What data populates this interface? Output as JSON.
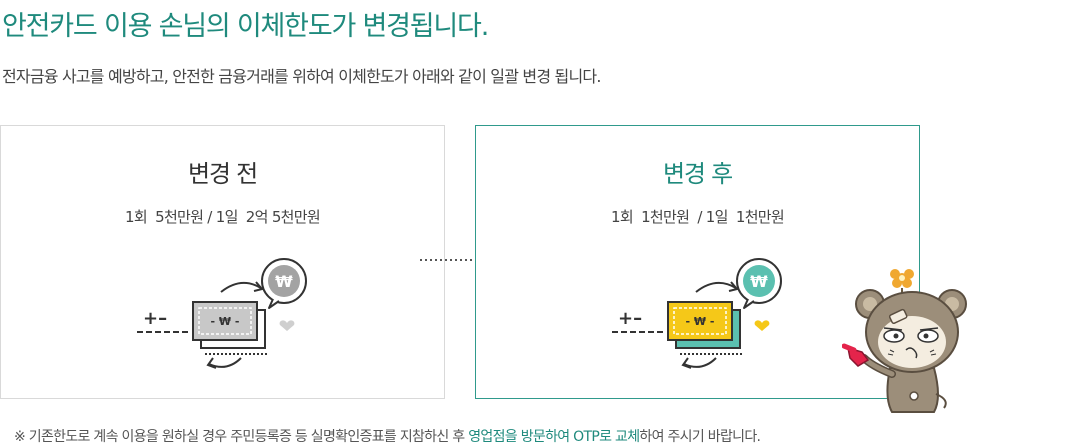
{
  "header": {
    "title": "안전카드 이용 손님의 이체한도가 변경됩니다.",
    "subtitle": "전자금융 사고를 예방하고, 안전한 금융거래를 위하여 이체한도가 아래와 같이 일괄 변경 됩니다."
  },
  "before": {
    "title": "변경 전",
    "limit": "1회  5천만원 / 1일  2억 5천만원",
    "coin_symbol": "₩",
    "bill_symbol": "- ₩ -",
    "sign_symbol": "+–"
  },
  "after": {
    "title": "변경 후",
    "limit": "1회  1천만원  / 1일  1천만원",
    "coin_symbol": "₩",
    "bill_symbol": "- ₩ -",
    "sign_symbol": "+–"
  },
  "notice": {
    "prefix": "※  기존한도로 계속 이용을 원하실 경우 주민등록증 등 실명확인증표를 지참하신 후 ",
    "highlight": "영업점을 방문하여 OTP로 교체",
    "suffix": "하여 주시기 바랍니다."
  },
  "colors": {
    "accent": "#1f8a7d",
    "coin_before": "#a3a3a3",
    "coin_after": "#5bc0b0",
    "bill_before": "#c8c8c8",
    "bill_after": "#f5c818"
  },
  "icons": {
    "transition": "dotted-arrow-right-icon",
    "mascot": "bear-mascot-illustration"
  }
}
